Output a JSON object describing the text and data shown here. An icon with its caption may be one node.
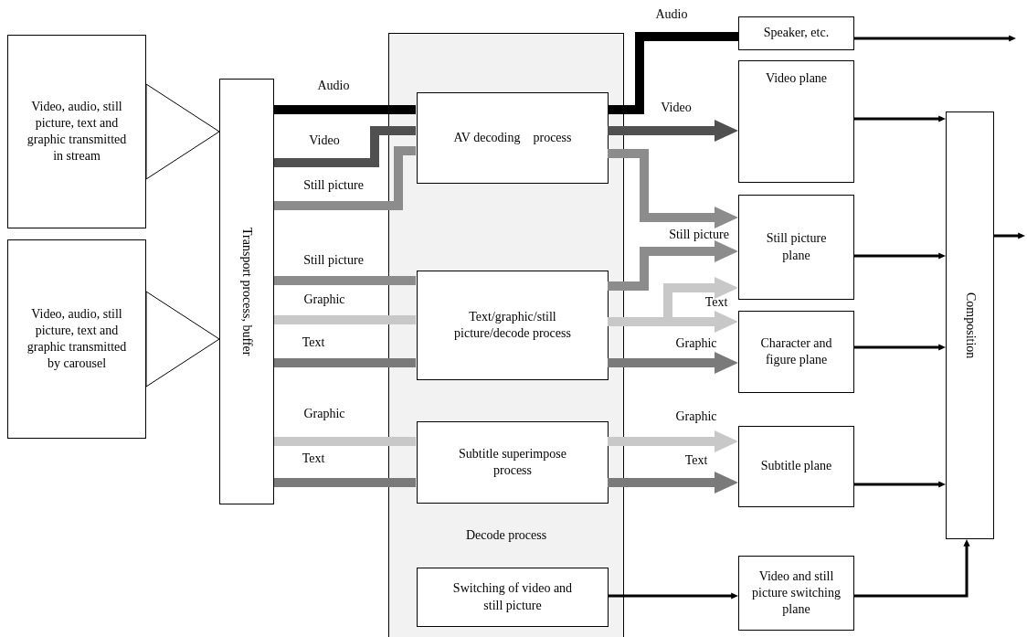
{
  "diagram": {
    "nodes": [
      {
        "text": [
          "Video, audio, still picture, text and graphic transmitted in stream"
        ]
      },
      {
        "text": [
          "Video, audio, still picture, text and graphic transmitted by carousel"
        ]
      },
      {
        "text": [
          "Transport process, buffer"
        ]
      },
      {
        "text": [
          "Decode process"
        ]
      },
      {
        "text": [
          "AV decoding    process"
        ],
        "in": 3
      },
      {
        "text": [
          "Text/graphic/still picture/decode process"
        ],
        "in": 3
      },
      {
        "text": [
          "Subtitle superimpose process"
        ],
        "in": 3
      },
      {
        "text": [
          "Switching of video and still picture"
        ],
        "in": 3
      },
      {
        "text": [
          "Speaker, etc."
        ]
      },
      {
        "text": [
          "Video plane"
        ]
      },
      {
        "text": [
          "Still picture plane"
        ]
      },
      {
        "text": [
          "Character and figure plane"
        ]
      },
      {
        "text": [
          "Subtitle plane"
        ]
      },
      {
        "text": [
          "Video and still picture switching plane"
        ]
      },
      {
        "text": [
          "Composition"
        ]
      }
    ],
    "edges": [
      {
        "from": 0,
        "to": 2,
        "arrow": "to"
      },
      {
        "from": 1,
        "to": 2,
        "arrow": "to"
      },
      {
        "from": 2,
        "to": 4,
        "arrow": "none",
        "label": "Audio",
        "color": "#000000"
      },
      {
        "from": 2,
        "to": 4,
        "arrow": "none",
        "label": "Video",
        "color": "#505050"
      },
      {
        "from": 2,
        "to": 4,
        "arrow": "none",
        "label": "Still picture",
        "color": "#8c8c8c"
      },
      {
        "from": 2,
        "to": 5,
        "arrow": "none",
        "label": "Still picture",
        "color": "#8c8c8c"
      },
      {
        "from": 2,
        "to": 5,
        "arrow": "none",
        "label": "Graphic",
        "color": "#c8c8c8"
      },
      {
        "from": 2,
        "to": 5,
        "arrow": "none",
        "label": "Text",
        "color": "#7a7a7a"
      },
      {
        "from": 2,
        "to": 6,
        "arrow": "none",
        "label": "Graphic",
        "color": "#c8c8c8"
      },
      {
        "from": 2,
        "to": 6,
        "arrow": "none",
        "label": "Text",
        "color": "#7a7a7a"
      },
      {
        "from": 4,
        "to": 8,
        "arrow": "none",
        "label": "Audio",
        "color": "#000000"
      },
      {
        "from": 8,
        "to": null,
        "arrow": "to"
      },
      {
        "from": 4,
        "to": 9,
        "arrow": "to",
        "label": "Video",
        "color": "#505050"
      },
      {
        "from": 4,
        "to": 10,
        "arrow": "to",
        "color": "#8c8c8c"
      },
      {
        "from": 5,
        "to": 10,
        "arrow": "to",
        "label": "Still picture",
        "color": "#8c8c8c"
      },
      {
        "from": 5,
        "to": 10,
        "arrow": "to",
        "label": "Text",
        "color": "#c8c8c8"
      },
      {
        "from": 5,
        "to": 11,
        "arrow": "to",
        "color": "#c8c8c8"
      },
      {
        "from": 5,
        "to": 11,
        "arrow": "to",
        "label": "Graphic",
        "color": "#7a7a7a"
      },
      {
        "from": 6,
        "to": 12,
        "arrow": "to",
        "label": "Graphic",
        "color": "#c8c8c8"
      },
      {
        "from": 6,
        "to": 12,
        "arrow": "to",
        "label": "Text",
        "color": "#7a7a7a"
      },
      {
        "from": 7,
        "to": 13,
        "arrow": "to"
      },
      {
        "from": 9,
        "to": 14,
        "arrow": "to"
      },
      {
        "from": 10,
        "to": 14,
        "arrow": "to"
      },
      {
        "from": 11,
        "to": 14,
        "arrow": "to"
      },
      {
        "from": 12,
        "to": 14,
        "arrow": "to"
      },
      {
        "from": 13,
        "to": 14,
        "arrow": "to"
      },
      {
        "from": 14,
        "to": null,
        "arrow": "to"
      }
    ]
  }
}
